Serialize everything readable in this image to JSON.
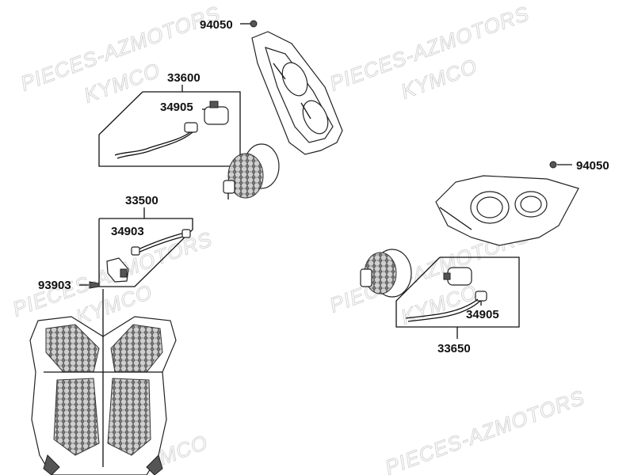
{
  "watermarks": {
    "w1": "PIECES-AZMOTORS",
    "w2": "KYMCO",
    "w3": "PIECES-AZMOTORS",
    "w4": "KYMCO",
    "w5": "PIECES-AZMOTORS",
    "w6": "KYMCO",
    "w7": "PIECES-AZMOTORS",
    "w8": "KYMCO",
    "w9": "PIECES-AZMOTORS",
    "w10": "KYMCO"
  },
  "parts": {
    "p94050_top": "94050",
    "p33600": "33600",
    "p34905_left": "34905",
    "p94050_right": "94050",
    "p33500": "33500",
    "p34903": "34903",
    "p93903": "93903",
    "p34905_right": "34905",
    "p33650": "33650"
  }
}
